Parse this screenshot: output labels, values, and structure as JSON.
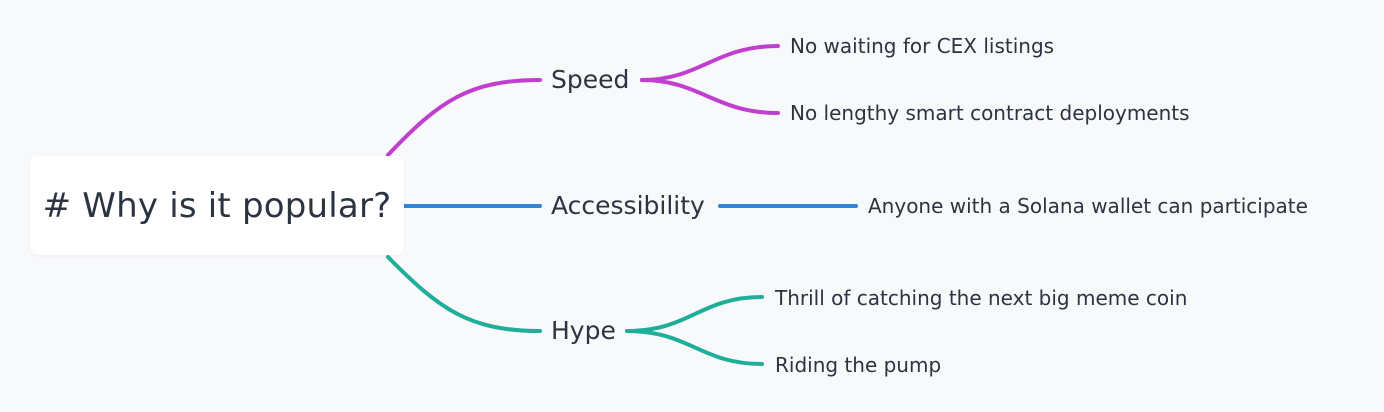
{
  "root": {
    "label": "# Why is it popular?"
  },
  "branches": [
    {
      "label": "Speed",
      "color": "#c03fcf",
      "children": [
        "No waiting for CEX listings",
        "No lengthy smart contract deployments"
      ]
    },
    {
      "label": "Accessibility",
      "color": "#2f87d6",
      "children": [
        "Anyone with a Solana wallet can participate"
      ]
    },
    {
      "label": "Hype",
      "color": "#1fae99",
      "children": [
        "Thrill of catching the next big meme coin",
        "Riding the pump"
      ]
    }
  ]
}
